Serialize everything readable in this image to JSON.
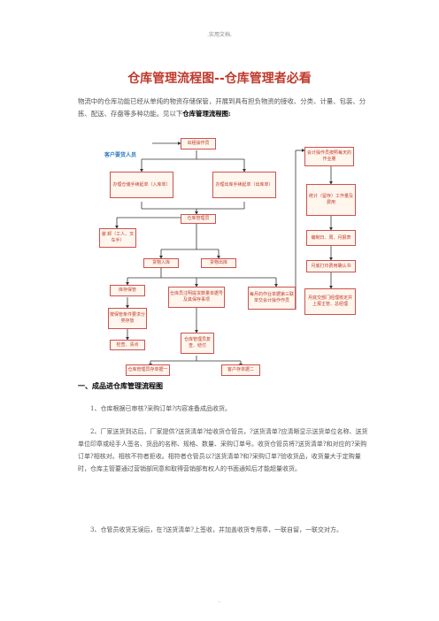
{
  "header": ".实用文档.",
  "title": "仓库管理流程图--仓库管理者必看",
  "intro_text": "物流中的仓库功能已经从单纯的物资存储保管，开展到具有担负物资的接收、分类、计量、包装、分拣、配送、存盘等多种功能。见以下",
  "intro_bold": "仓库管理流程图:",
  "flowchart": {
    "customer": "客户要货人员",
    "boxes": {
      "start": "出租操作员",
      "in_order": "办理仓储手续起单（入库单）",
      "out_order": "办理出库手续起单（出库单）",
      "wh_manager": "仓库管理员",
      "loader": "装 卸（工人、叉车手）",
      "goods_in": "货物入库",
      "goods_out": "货物出库",
      "storage": "库存保管",
      "clerk": "仓库员注明提货数量单据号及其保存事项",
      "monthly": "每月的作业单据第三联单交会计操作作员",
      "safety": "按保管条件要求分类存放",
      "check": "仓库管理员复查、结付",
      "count": "检查、清点",
      "stub1": "仓库管理员存单据一",
      "stub2": "客户存单据二",
      "acct": "会计操作员按照每天的作业量",
      "stat": "统计（留存）工作量及费用",
      "daily": "编制日、周、月报表",
      "confirm": "月底打印费用确认书",
      "report": "月底交部门经理核定并上报主管、总经理"
    }
  },
  "section1_heading": "一、成品进仓库管理流程图",
  "paragraphs": [
    "1、仓库根据已审核?采购订单?内容准备成品收货。",
    "2、厂家送货到达后，厂家提供?送货清单?给收货仓管员，?送货清单?应清晰显示送货单位名称、送货单位印章或经手人签名、货品的名称、规格、数量、采购订单号。收货仓管员将?送货清单?和对应的?采购订单?相核对。相核不符者拒收。相符者仓管员以?送货清单?和?采购订单?验收货品，收货量大于定购量时，仓库主管要通过营销部同意和取得营销部有权人的书面通知后才能超量收货。",
    "3、仓管员收货无误后，在?送货清单?上签收，并加盖收货专用章，一联自留，一联交对方。"
  ],
  "footer": "."
}
